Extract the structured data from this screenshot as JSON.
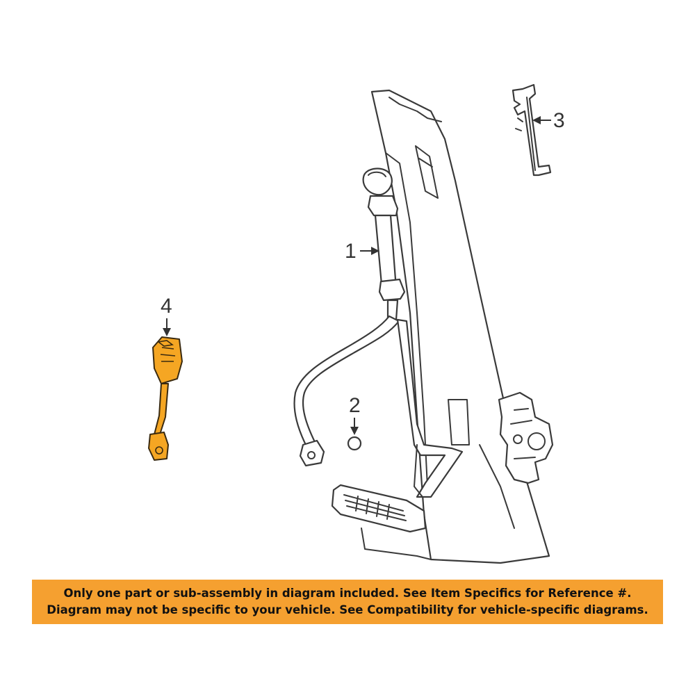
{
  "diagram": {
    "callouts": [
      {
        "id": "1",
        "label": "1"
      },
      {
        "id": "2",
        "label": "2"
      },
      {
        "id": "3",
        "label": "3"
      },
      {
        "id": "4",
        "label": "4"
      }
    ],
    "colors": {
      "highlight_part": "#f5a623",
      "banner_background": "#f5a030",
      "line_art": "#3a3a3a"
    }
  },
  "disclaimer": {
    "line1": "Only one part or sub-assembly in diagram included. See Item Specifics for Reference #.",
    "line2": "Diagram may not be specific to your vehicle. See Compatibility for vehicle-specific diagrams."
  }
}
